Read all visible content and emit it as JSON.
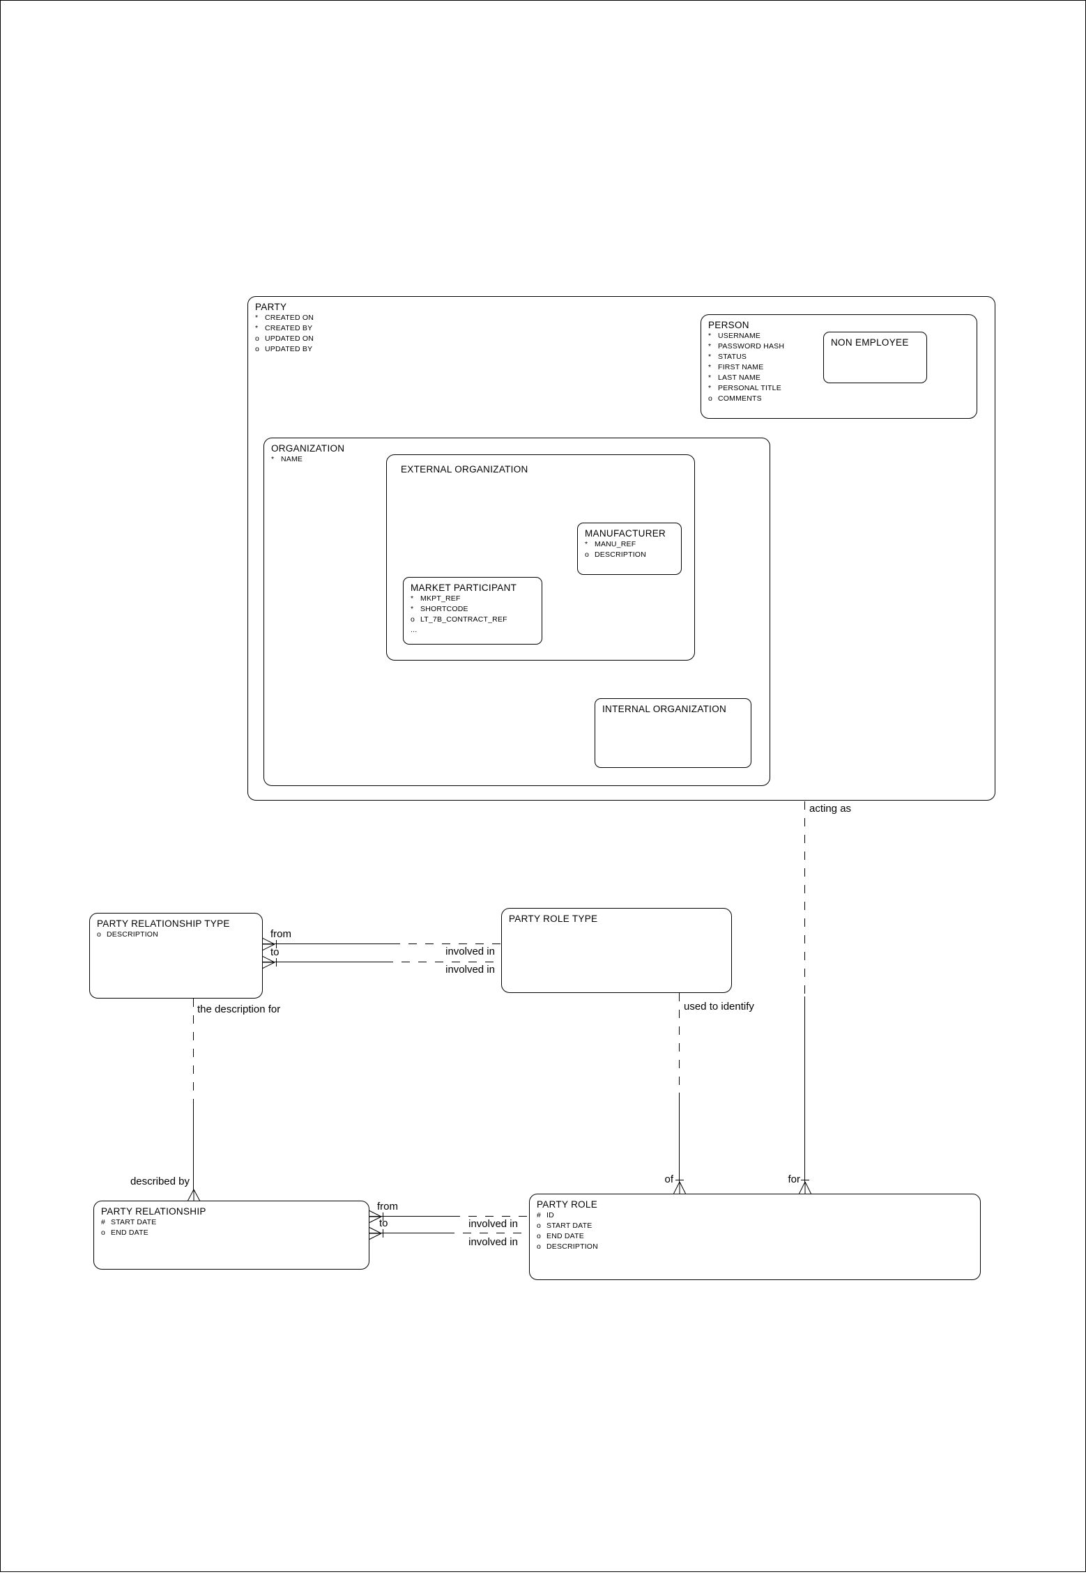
{
  "page": {
    "background": "#ffffff",
    "line_color": "#000000",
    "text_color": "#000000"
  },
  "entities": {
    "party": {
      "title": "PARTY",
      "attrs": [
        {
          "m": "*",
          "t": "CREATED ON"
        },
        {
          "m": "*",
          "t": "CREATED BY"
        },
        {
          "m": "o",
          "t": "UPDATED ON"
        },
        {
          "m": "o",
          "t": "UPDATED BY"
        }
      ]
    },
    "person": {
      "title": "PERSON",
      "attrs": [
        {
          "m": "*",
          "t": "USERNAME"
        },
        {
          "m": "*",
          "t": "PASSWORD HASH"
        },
        {
          "m": "*",
          "t": "STATUS"
        },
        {
          "m": "*",
          "t": "FIRST NAME"
        },
        {
          "m": "*",
          "t": "LAST NAME"
        },
        {
          "m": "*",
          "t": "PERSONAL TITLE"
        },
        {
          "m": "o",
          "t": "COMMENTS"
        }
      ]
    },
    "non_employee": {
      "title": "NON EMPLOYEE",
      "attrs": []
    },
    "organization": {
      "title": "ORGANIZATION",
      "attrs": [
        {
          "m": "*",
          "t": "NAME"
        }
      ]
    },
    "external_organization": {
      "title": "EXTERNAL ORGANIZATION",
      "attrs": []
    },
    "manufacturer": {
      "title": "MANUFACTURER",
      "attrs": [
        {
          "m": "*",
          "t": "MANU_REF"
        },
        {
          "m": "o",
          "t": "DESCRIPTION"
        }
      ]
    },
    "market_participant": {
      "title": "MARKET PARTICIPANT",
      "attrs": [
        {
          "m": "*",
          "t": "MKPT_REF"
        },
        {
          "m": "*",
          "t": "SHORTCODE"
        },
        {
          "m": "o",
          "t": "LT_7B_CONTRACT_REF"
        },
        {
          "m": "...",
          "t": ""
        }
      ]
    },
    "internal_organization": {
      "title": "INTERNAL ORGANIZATION",
      "attrs": []
    },
    "party_relationship_type": {
      "title": "PARTY RELATIONSHIP TYPE",
      "attrs": [
        {
          "m": "o",
          "t": "DESCRIPTION"
        }
      ]
    },
    "party_role_type": {
      "title": "PARTY ROLE TYPE",
      "attrs": []
    },
    "party_relationship": {
      "title": "PARTY RELATIONSHIP",
      "attrs": [
        {
          "m": "#",
          "t": "START DATE"
        },
        {
          "m": "o",
          "t": "END DATE"
        }
      ]
    },
    "party_role": {
      "title": "PARTY ROLE",
      "attrs": [
        {
          "m": "#",
          "t": "ID"
        },
        {
          "m": "o",
          "t": "START DATE"
        },
        {
          "m": "o",
          "t": "END DATE"
        },
        {
          "m": "o",
          "t": "DESCRIPTION"
        }
      ]
    }
  },
  "relationships": {
    "acting_as": {
      "near_label": "acting as",
      "far_label": "for"
    },
    "used_to_identify": {
      "near_label": "used to identify",
      "far_label": "of"
    },
    "description_for": {
      "near_label": "the description for",
      "far_label": "described by"
    },
    "type_from": {
      "near_label": "from",
      "far_label": "involved in"
    },
    "type_to": {
      "near_label": "to",
      "far_label": "involved in"
    },
    "relationship_from": {
      "near_label": "from",
      "far_label": "involved in"
    },
    "relationship_to": {
      "near_label": "to",
      "far_label": "involved in"
    }
  }
}
